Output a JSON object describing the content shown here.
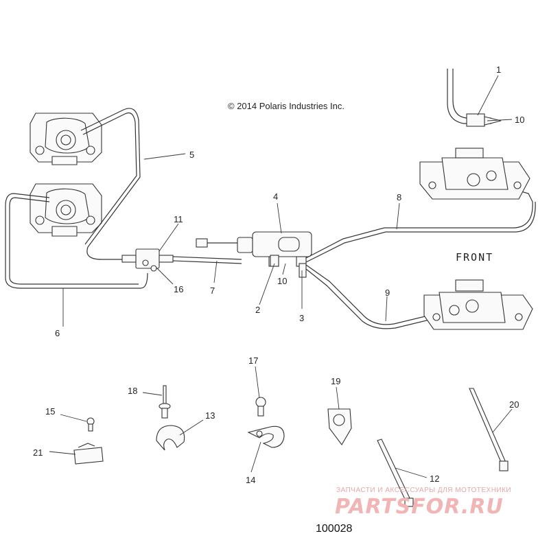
{
  "copyright": "© 2014 Polaris Industries Inc.",
  "front_label": "FRONT",
  "figure_number": "100028",
  "callouts": [
    "1",
    "2",
    "3",
    "4",
    "5",
    "6",
    "7",
    "8",
    "9",
    "10",
    "10",
    "11",
    "12",
    "13",
    "14",
    "15",
    "16",
    "17",
    "18",
    "19",
    "20",
    "21"
  ],
  "watermark": {
    "tagline": "ЗАПЧАСТИ И АКСЕССУАРЫ ДЛЯ МОТОТЕХНИКИ",
    "brand": "PARTSFOR.RU"
  },
  "colors": {
    "line": "#333333",
    "watermark": "#f1b5b5",
    "background": "#ffffff"
  }
}
